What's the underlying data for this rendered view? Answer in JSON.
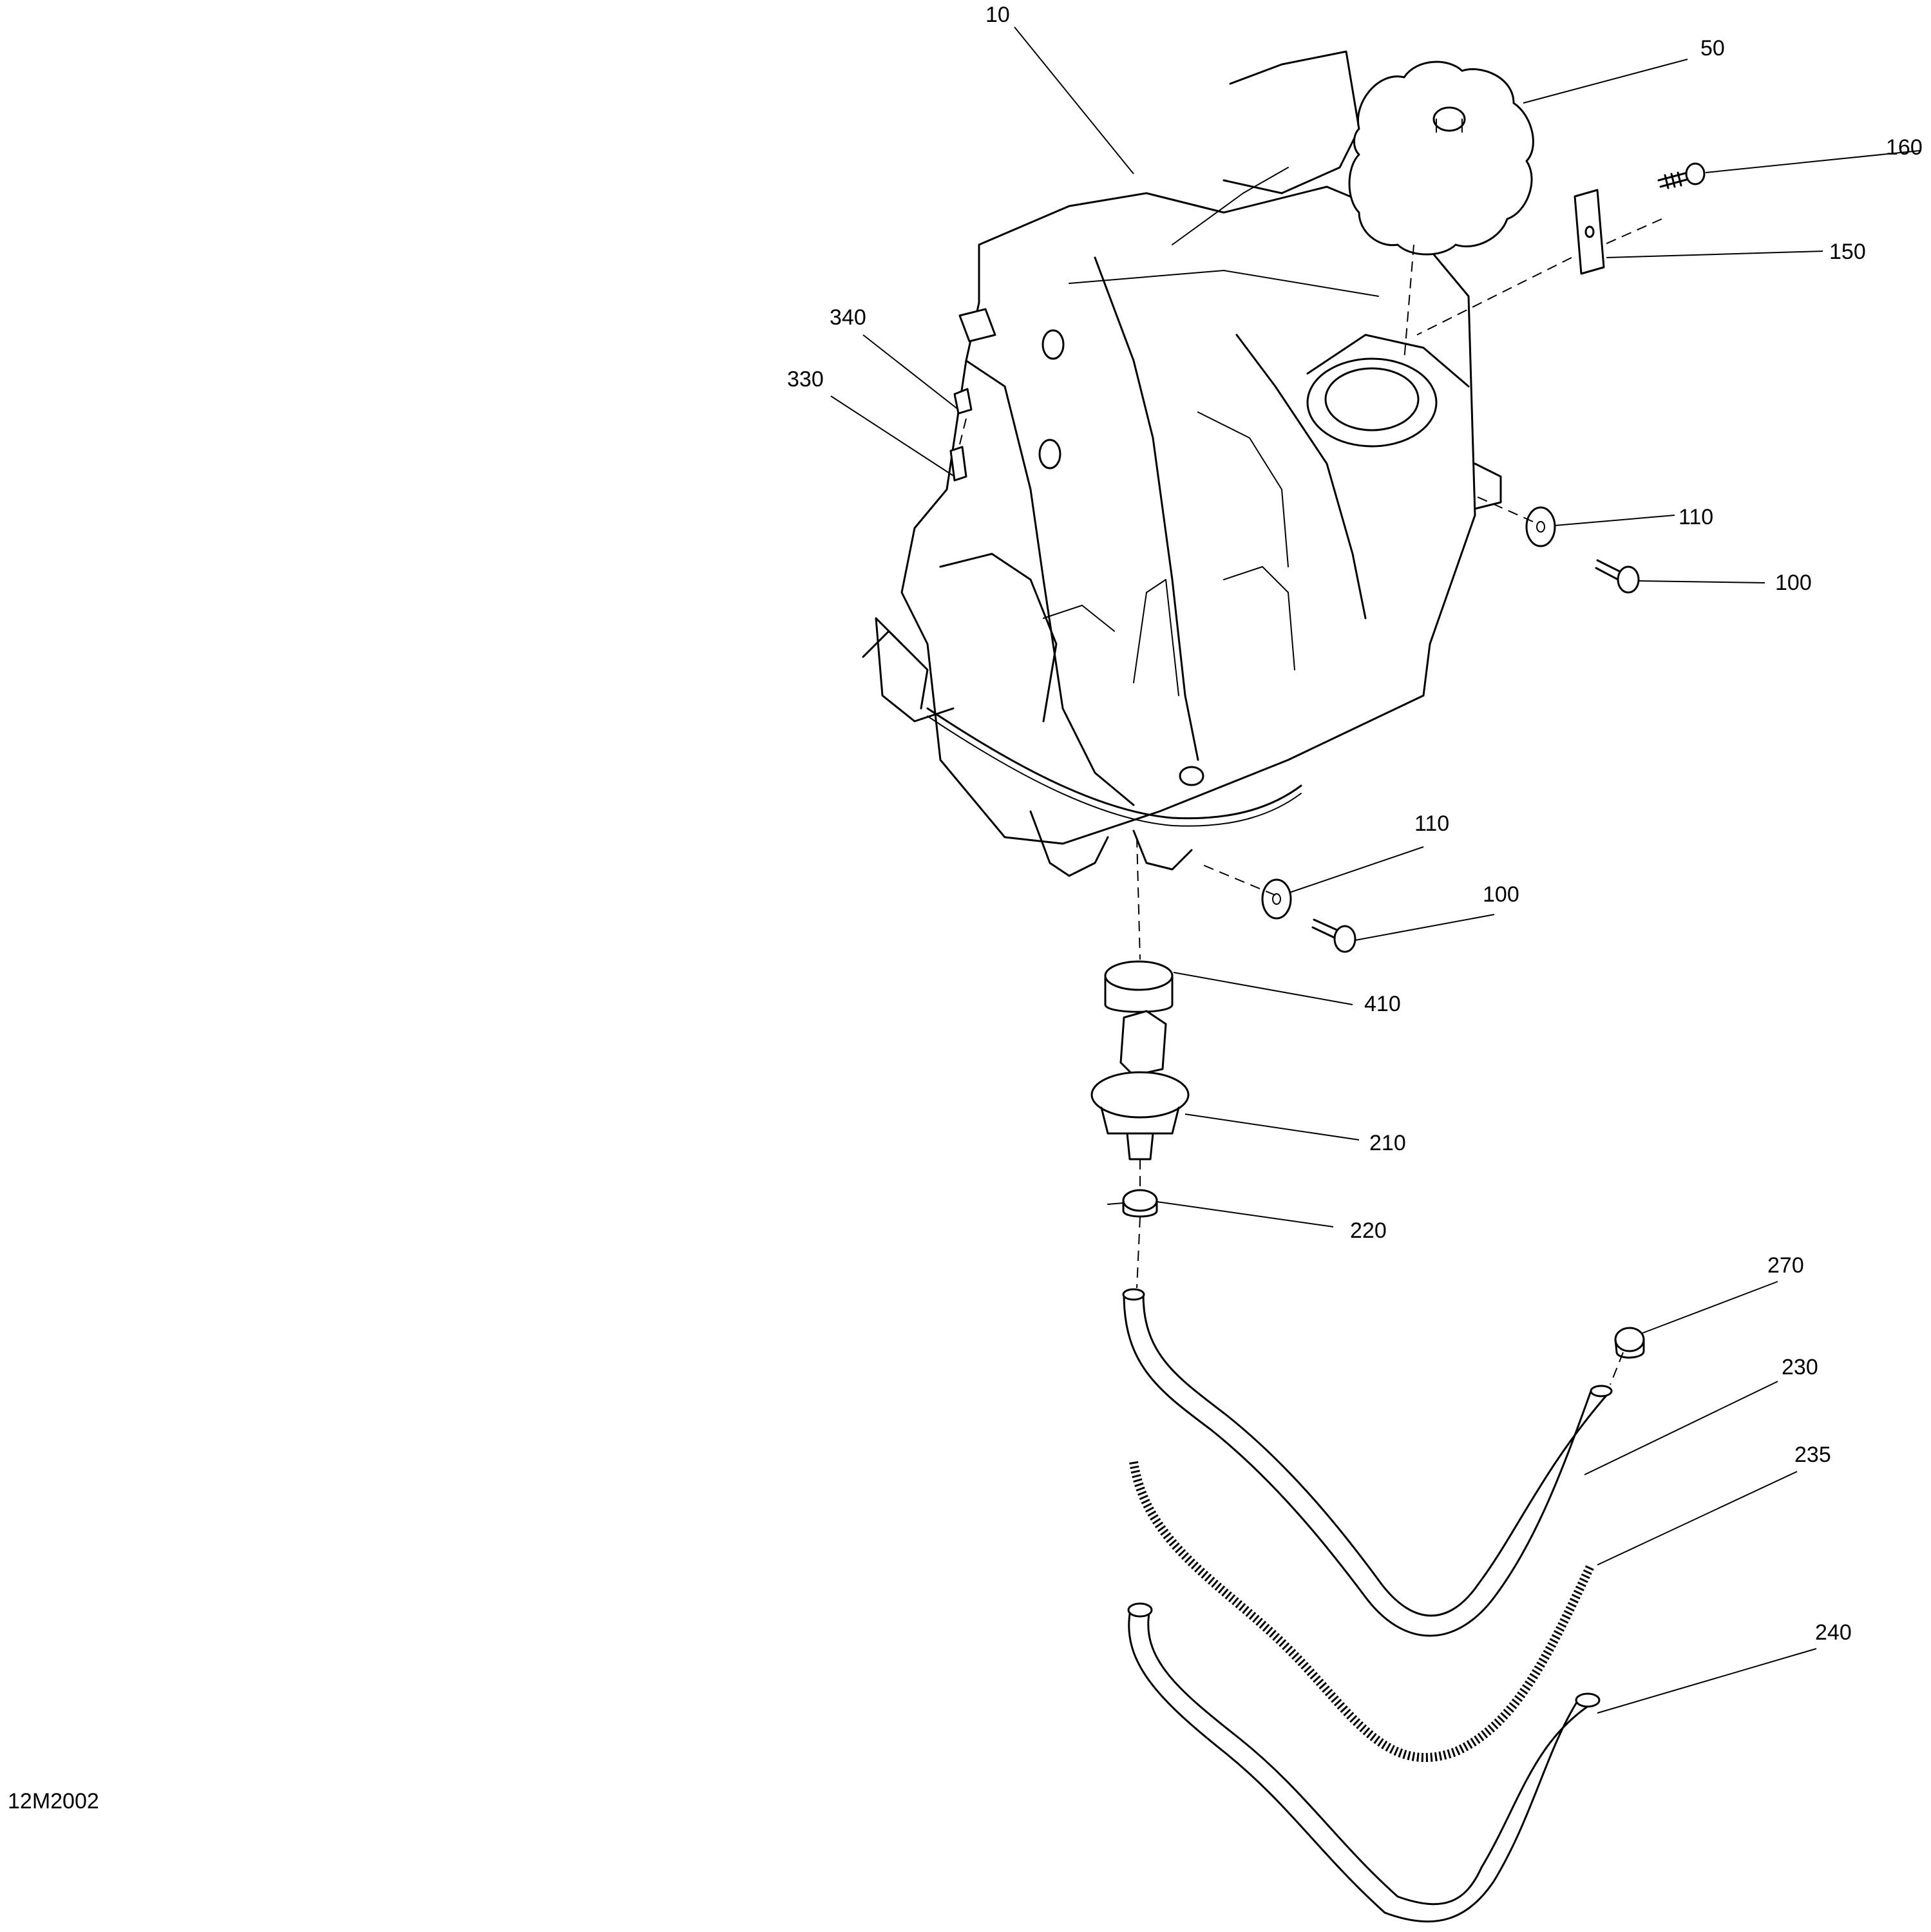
{
  "figure_id": "12M2002",
  "callouts": {
    "c10": "10",
    "c50": "50",
    "c160": "160",
    "c150": "150",
    "c340": "340",
    "c330": "330",
    "c110a": "110",
    "c100a": "100",
    "c110b": "110",
    "c100b": "100",
    "c410": "410",
    "c210": "210",
    "c220": "220",
    "c270": "270",
    "c230": "230",
    "c235": "235",
    "c240": "240"
  },
  "colors": {
    "ink": "#000000",
    "paper": "#ffffff"
  }
}
